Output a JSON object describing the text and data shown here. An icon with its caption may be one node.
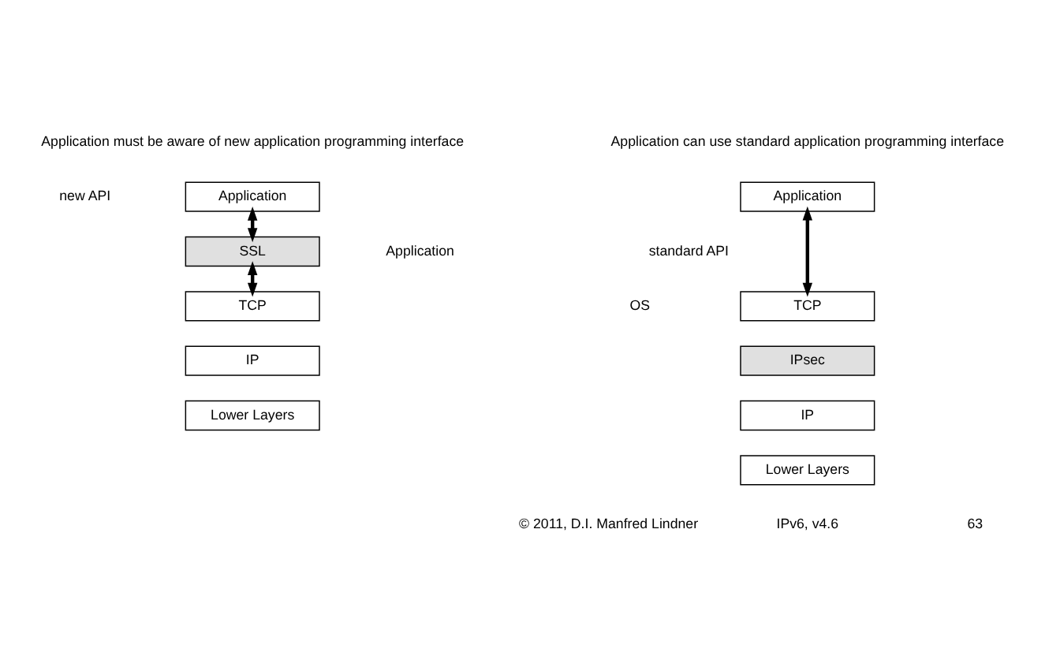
{
  "diagram": {
    "nodes": [
      {
        "text": [
          "Application"
        ]
      },
      {
        "text": [
          "SSL"
        ]
      },
      {
        "text": [
          "TCP"
        ]
      },
      {
        "text": [
          "IP"
        ]
      },
      {
        "text": [
          "Lower Layers"
        ]
      },
      {
        "text": [
          "Application"
        ]
      },
      {
        "text": [
          "TCP"
        ]
      },
      {
        "text": [
          "IPsec"
        ]
      },
      {
        "text": [
          "IP"
        ]
      },
      {
        "text": [
          "Lower Layers"
        ]
      }
    ],
    "edges": [
      {
        "from": 0,
        "to": 1,
        "arrow": "both"
      },
      {
        "from": 1,
        "to": 2,
        "arrow": "both"
      },
      {
        "from": 5,
        "to": 6,
        "arrow": "both"
      }
    ],
    "labels": [
      "Application must be aware of new application programming interface",
      "Application can use standard application programming interface",
      "new API",
      "Application",
      "standard API",
      "OS",
      "© 2011, D.I. Manfred Lindner",
      "IPv6, v4.6",
      "63"
    ]
  }
}
